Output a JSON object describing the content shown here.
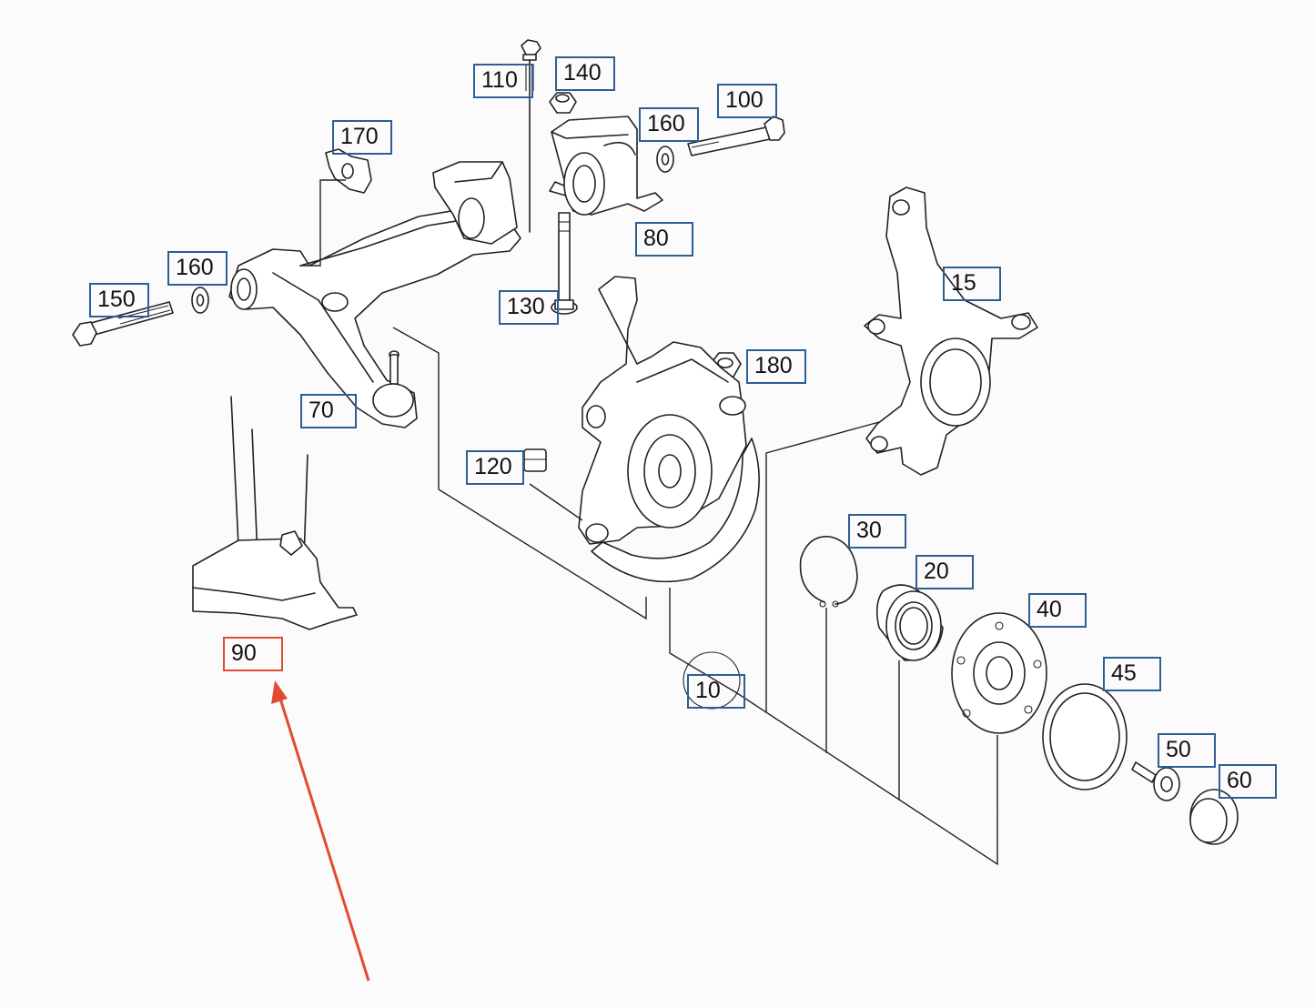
{
  "highlight_color": "#e34a32",
  "box_color": "#2d5f93",
  "callouts": {
    "c110": "110",
    "c140": "140",
    "c100": "100",
    "c160a": "160",
    "c170": "170",
    "c80": "80",
    "c160b": "160",
    "c150": "150",
    "c130": "130",
    "c15": "15",
    "c180": "180",
    "c70": "70",
    "c120": "120",
    "c30": "30",
    "c20": "20",
    "c40": "40",
    "c45": "45",
    "c90": "90",
    "c10": "10",
    "c50": "50",
    "c60": "60"
  }
}
